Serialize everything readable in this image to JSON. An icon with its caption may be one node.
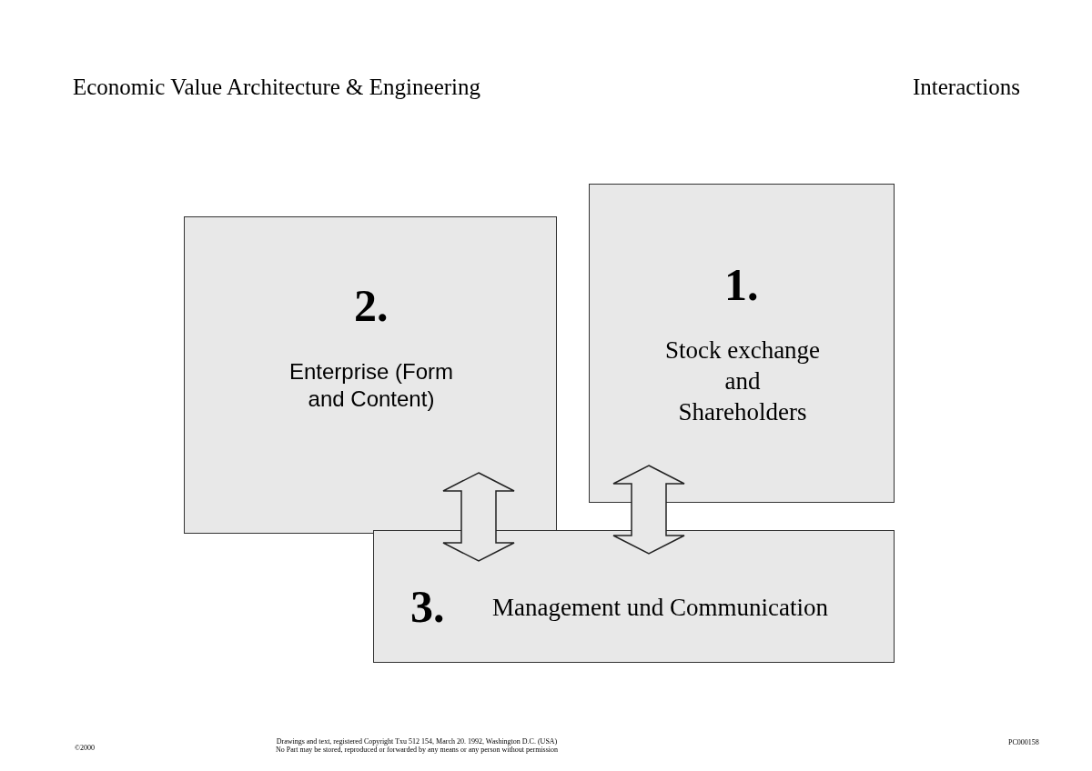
{
  "diagram": {
    "title": "Economic Value Architecture & Engineering",
    "nodes": [
      {
        "text": [
          "2.",
          "Enterprise (Form and Content)"
        ]
      },
      {
        "text": [
          "1.",
          "Stock exchange and Shareholders"
        ]
      },
      {
        "text": [
          "3.",
          "Management und Communication"
        ]
      }
    ],
    "edges": [
      {
        "from": 0,
        "to": 2,
        "arrow": "both"
      },
      {
        "from": 1,
        "to": 2,
        "arrow": "both"
      }
    ],
    "labels": [
      "Interactions",
      "©2000",
      "Drawings and text, registered Copyright Txu 512 154, March 20. 1992, Washington D.C. (USA)",
      "No Part may be stored, reproduced or forwarded by any means or any person without permission",
      "PC000158"
    ]
  }
}
